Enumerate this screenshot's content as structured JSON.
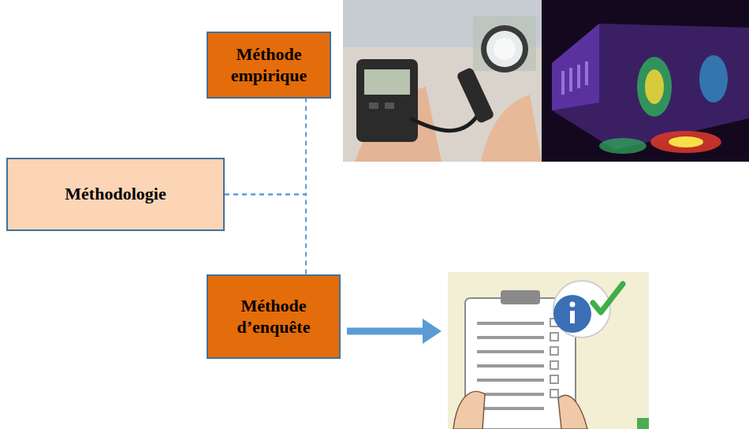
{
  "diagram": {
    "nodes": [
      {
        "text": [
          "Méthodologie"
        ]
      },
      {
        "text": [
          "Méthode empirique"
        ]
      },
      {
        "text": [
          "Méthode d’enquête"
        ]
      }
    ],
    "edges": [
      {
        "from": 0,
        "to": 1,
        "arrow": "none"
      },
      {
        "from": 0,
        "to": 2,
        "arrow": "none"
      }
    ]
  }
}
